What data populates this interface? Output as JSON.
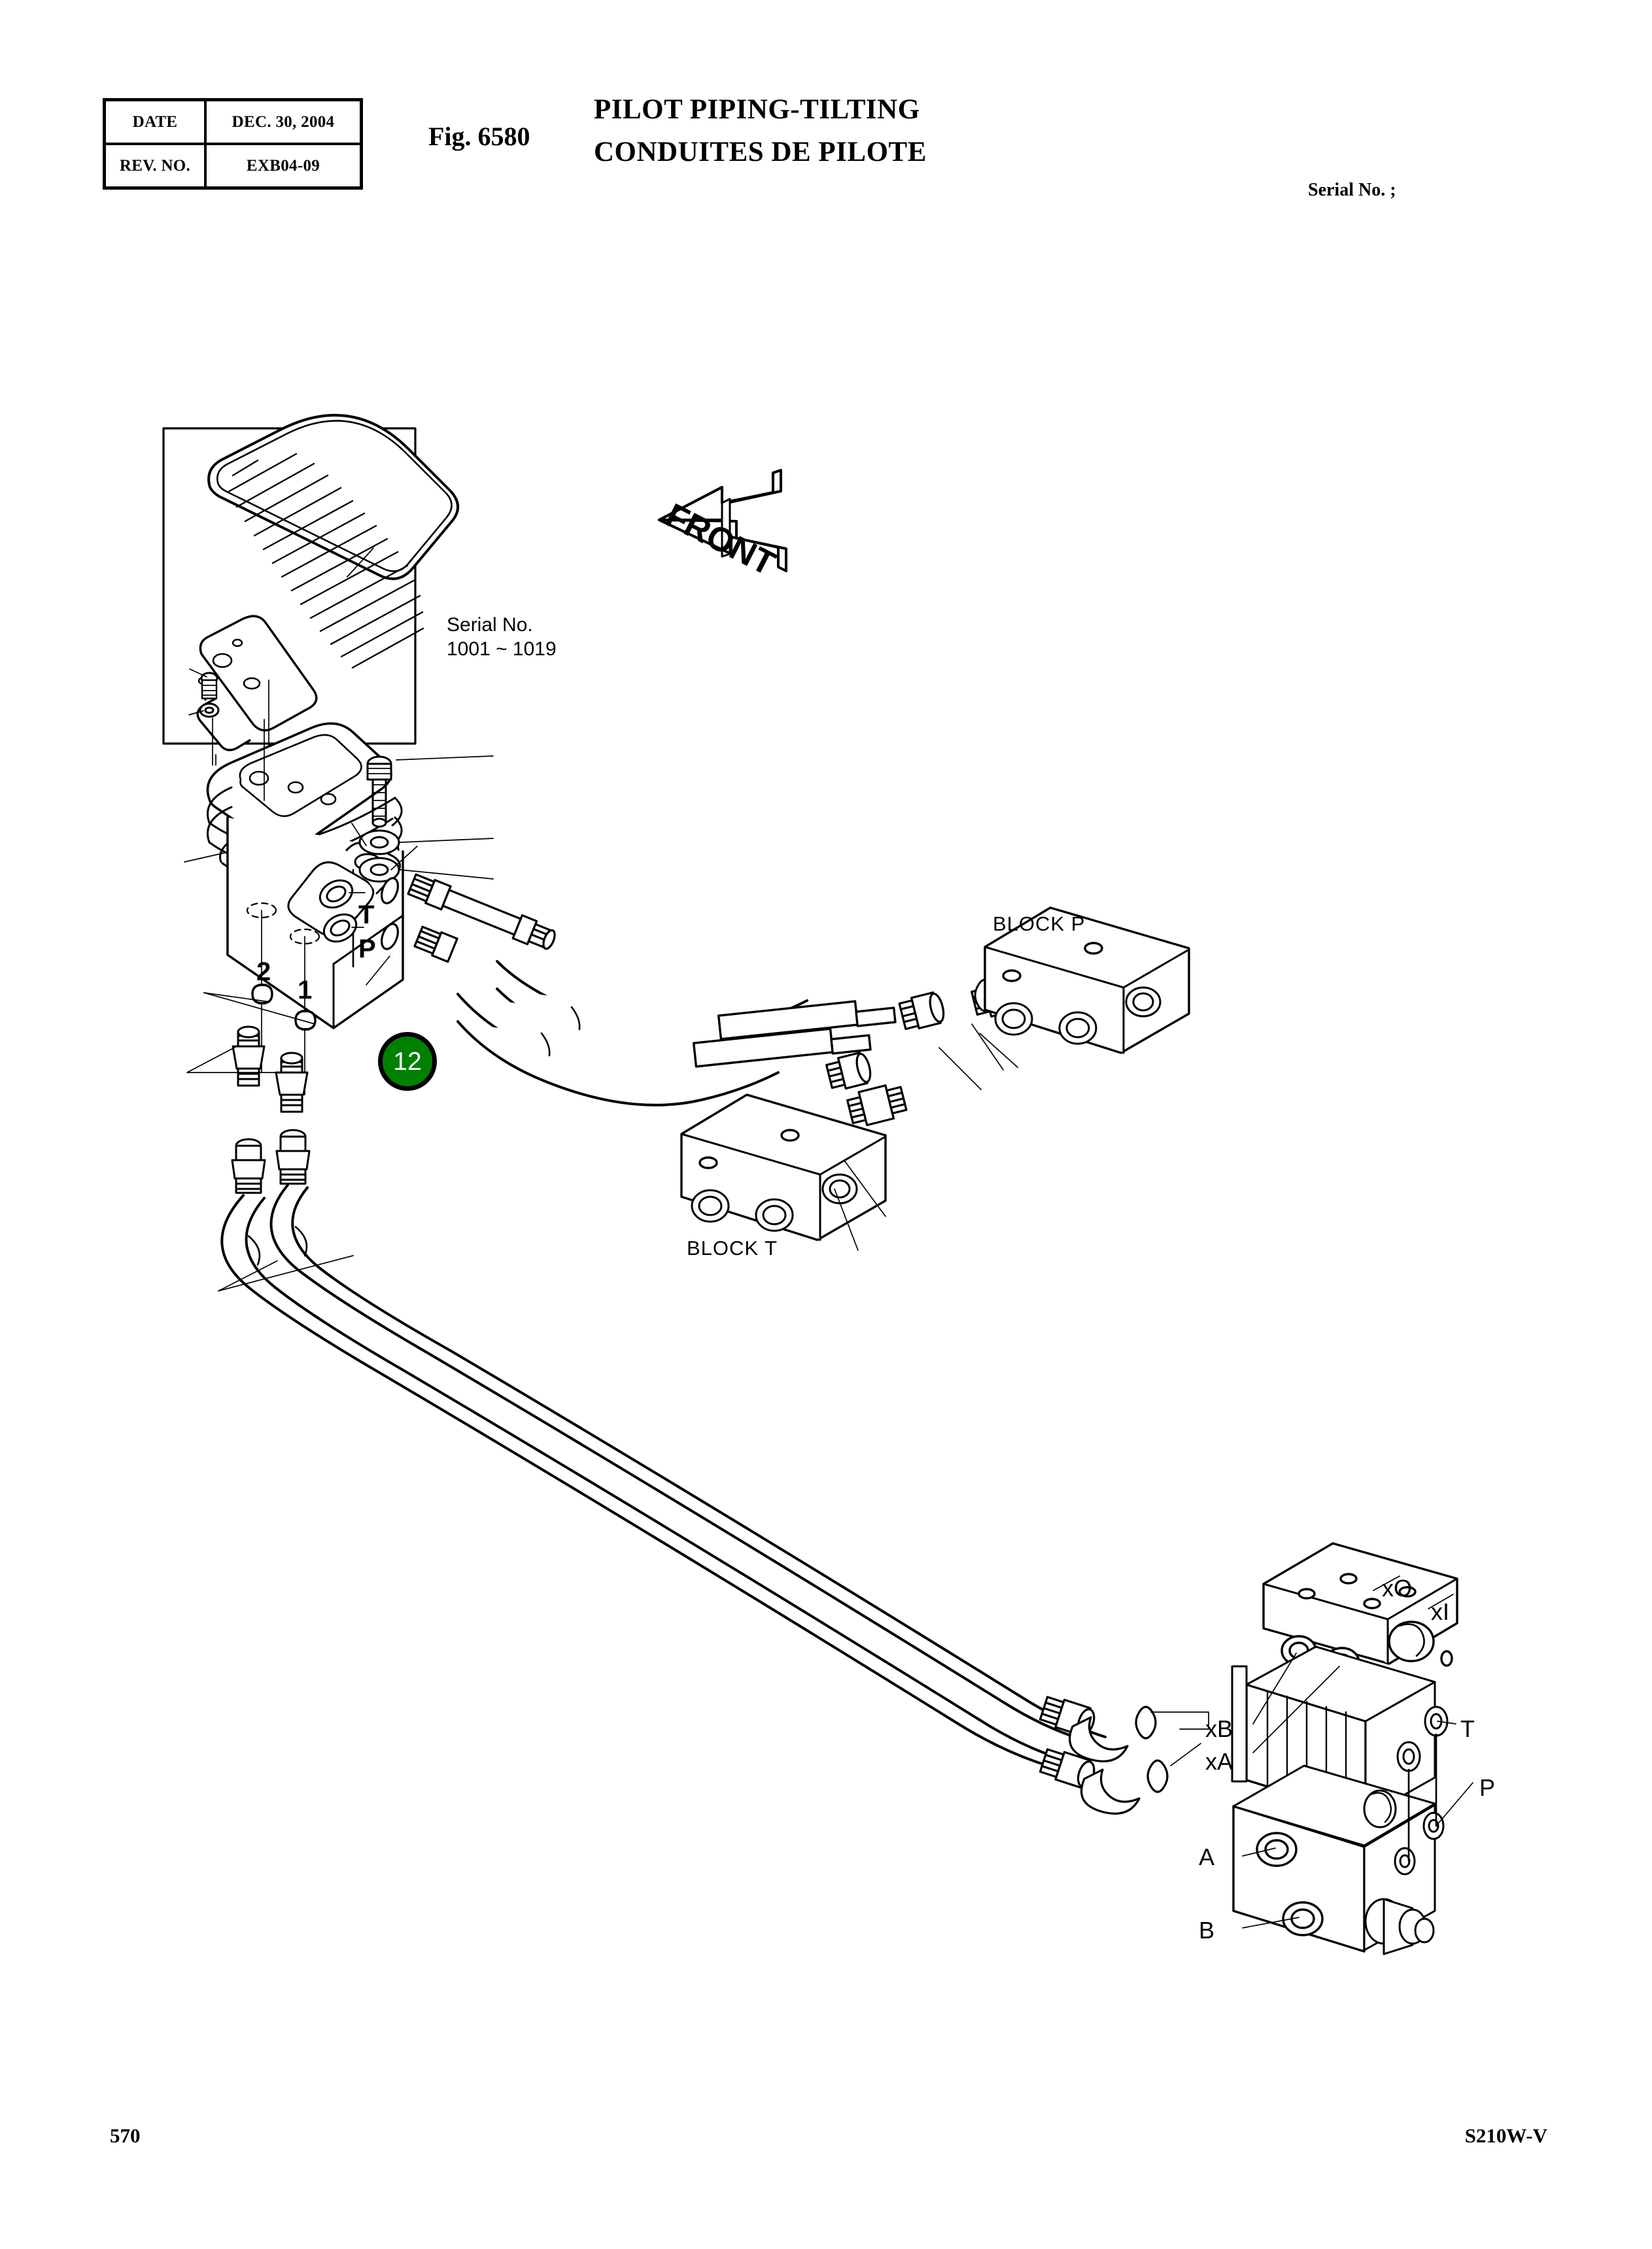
{
  "header": {
    "table": {
      "rows": [
        {
          "label": "DATE",
          "value": "DEC. 30, 2004"
        },
        {
          "label": "REV. NO.",
          "value": "EXB04-09"
        }
      ]
    },
    "figure_number": "Fig. 6580",
    "title_en": "PILOT PIPING-TILTING",
    "title_fr": "CONDUITES DE PILOTE",
    "serial_label": "Serial No. ;"
  },
  "footer": {
    "page_number": "570",
    "model": "S210W-V"
  },
  "diagram": {
    "inset": {
      "serial_line1": "Serial No.",
      "serial_line2": "1001 ~ 1019"
    },
    "front_arrow_label": "FRONT",
    "balloon": {
      "number": "12",
      "fill_color": "#008000",
      "text_color": "#ffffff",
      "border_color": "#000000"
    },
    "item_callouts": [
      {
        "id": "2",
        "text": "2"
      },
      {
        "id": "1",
        "text": "1"
      }
    ],
    "pedal_valve_ports": [
      {
        "id": "T",
        "text": "T"
      },
      {
        "id": "P",
        "text": "P"
      }
    ],
    "manifold_labels": [
      {
        "id": "block-p",
        "text": "BLOCK P"
      },
      {
        "id": "block-t",
        "text": "BLOCK T"
      }
    ],
    "control_valve_ports": [
      {
        "id": "xO",
        "text": "xO"
      },
      {
        "id": "xI",
        "text": "xI"
      },
      {
        "id": "xB",
        "text": "xB"
      },
      {
        "id": "xA",
        "text": "xA"
      },
      {
        "id": "T",
        "text": "T"
      },
      {
        "id": "P",
        "text": "P"
      },
      {
        "id": "A",
        "text": "A"
      },
      {
        "id": "B",
        "text": "B"
      }
    ]
  }
}
